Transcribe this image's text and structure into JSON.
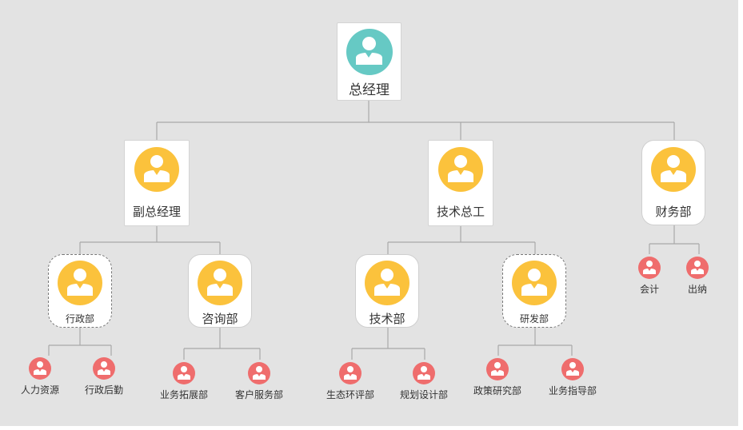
{
  "colors": {
    "teal": "#66c9c4",
    "yellow": "#fbc23c",
    "red": "#ef6d6d",
    "line": "#a8a8a8",
    "background": "#e3e3e3"
  },
  "root": {
    "label": "总经理",
    "icon": "user-icon"
  },
  "level1": [
    {
      "label": "副总经理",
      "icon": "user-icon"
    },
    {
      "label": "技术总工",
      "icon": "user-icon"
    },
    {
      "label": "财务部",
      "icon": "user-icon"
    }
  ],
  "departments": [
    {
      "label": "行政部",
      "icon": "user-icon"
    },
    {
      "label": "咨询部",
      "icon": "user-icon"
    },
    {
      "label": "技术部",
      "icon": "user-icon"
    },
    {
      "label": "研发部",
      "icon": "user-icon"
    }
  ],
  "units": [
    {
      "label": "人力资源"
    },
    {
      "label": "行政后勤"
    },
    {
      "label": "业务拓展部"
    },
    {
      "label": "客户服务部"
    },
    {
      "label": "生态环评部"
    },
    {
      "label": "规划设计部"
    },
    {
      "label": "政策研究部"
    },
    {
      "label": "业务指导部"
    },
    {
      "label": "会计"
    },
    {
      "label": "出纳"
    }
  ]
}
